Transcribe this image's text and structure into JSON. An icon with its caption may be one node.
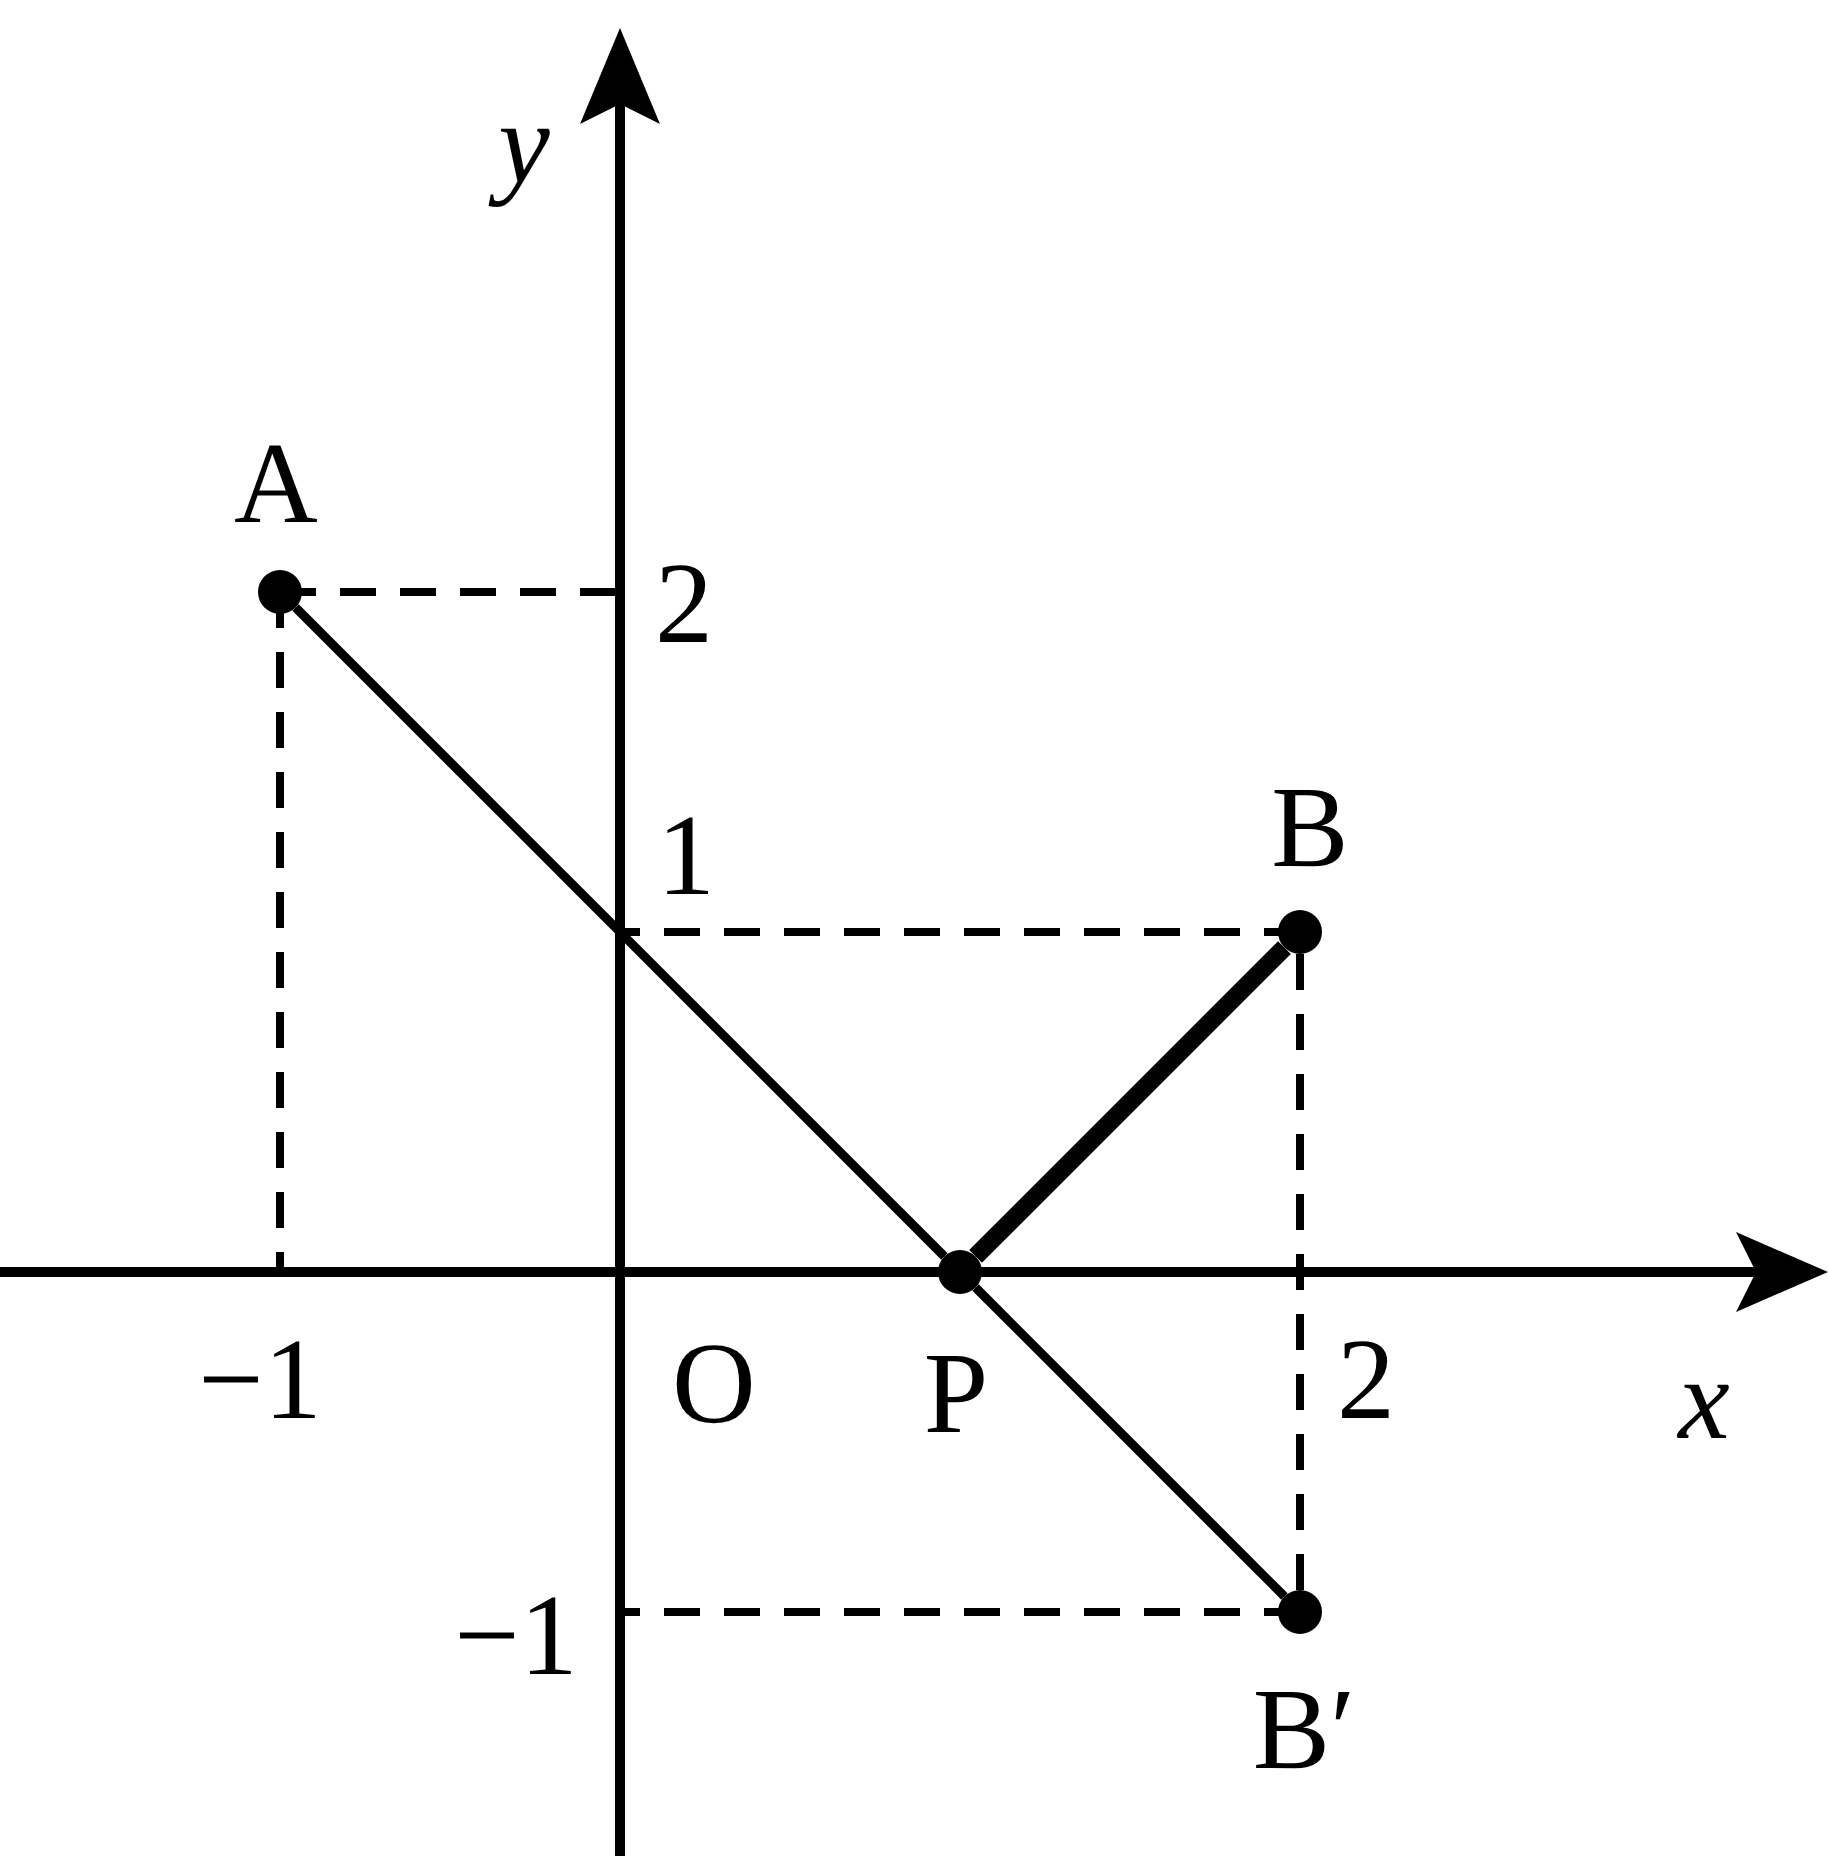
{
  "diagram": {
    "nodes": [
      {
        "text": [],
        "shape": "circle",
        "beside": [
          "A"
        ]
      },
      {
        "text": [],
        "shape": "circle",
        "beside": [
          "B"
        ]
      },
      {
        "text": [],
        "shape": "circle",
        "beside": [
          "P"
        ]
      },
      {
        "text": [],
        "shape": "circle",
        "beside": [
          "B′"
        ]
      }
    ],
    "edges": [
      {
        "from": 0,
        "to": 2,
        "arrow": "none"
      },
      {
        "from": 2,
        "to": 3,
        "arrow": "none"
      },
      {
        "from": 2,
        "to": 1,
        "arrow": "none",
        "style": "thick"
      },
      {
        "from": 1,
        "to": 3,
        "arrow": "none",
        "style": "dashed"
      }
    ],
    "labels": [
      "y",
      "2",
      "1",
      "−1",
      "O",
      "2",
      "x",
      "−1"
    ]
  }
}
